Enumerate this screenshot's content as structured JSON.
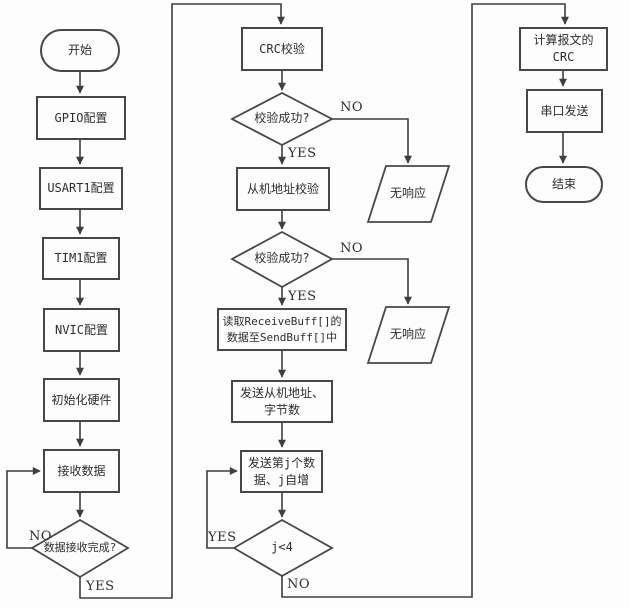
{
  "diagram": {
    "title": "slave-response-flowchart",
    "colors": {
      "line": "#3f3f3f",
      "border": "#474747",
      "fill": "#fdfdfd",
      "text": "#2e2e2e"
    },
    "nodes": {
      "start": "开始",
      "gpio": "GPIO配置",
      "usart": "USART1配置",
      "tim": "TIM1配置",
      "nvic": "NVIC配置",
      "init_hw": "初始化硬件",
      "recv_data": "接收数据",
      "recv_done": "数据接收完成?",
      "crc_check": "CRC校验",
      "check_ok_1": "校验成功?",
      "no_resp_1": "无响应",
      "slave_addr_check": "从机地址校验",
      "check_ok_2": "校验成功?",
      "no_resp_2": "无响应",
      "read_buff": "读取ReceiveBuff[]的\n数据至SendBuff[]中",
      "send_addr": "发送从机地址、\n字节数",
      "send_jth": "发送第j个数\n据、j自增",
      "j_lt_4": "j<4",
      "calc_crc": "计算报文的\nCRC",
      "serial_send": "串口发送",
      "end": "结束"
    },
    "edges": {
      "recv_done_no": "NO",
      "recv_done_yes": "YES",
      "check1_no": "NO",
      "check1_yes": "YES",
      "check2_no": "NO",
      "check2_yes": "YES",
      "j_yes": "YES",
      "j_no": "NO"
    }
  }
}
